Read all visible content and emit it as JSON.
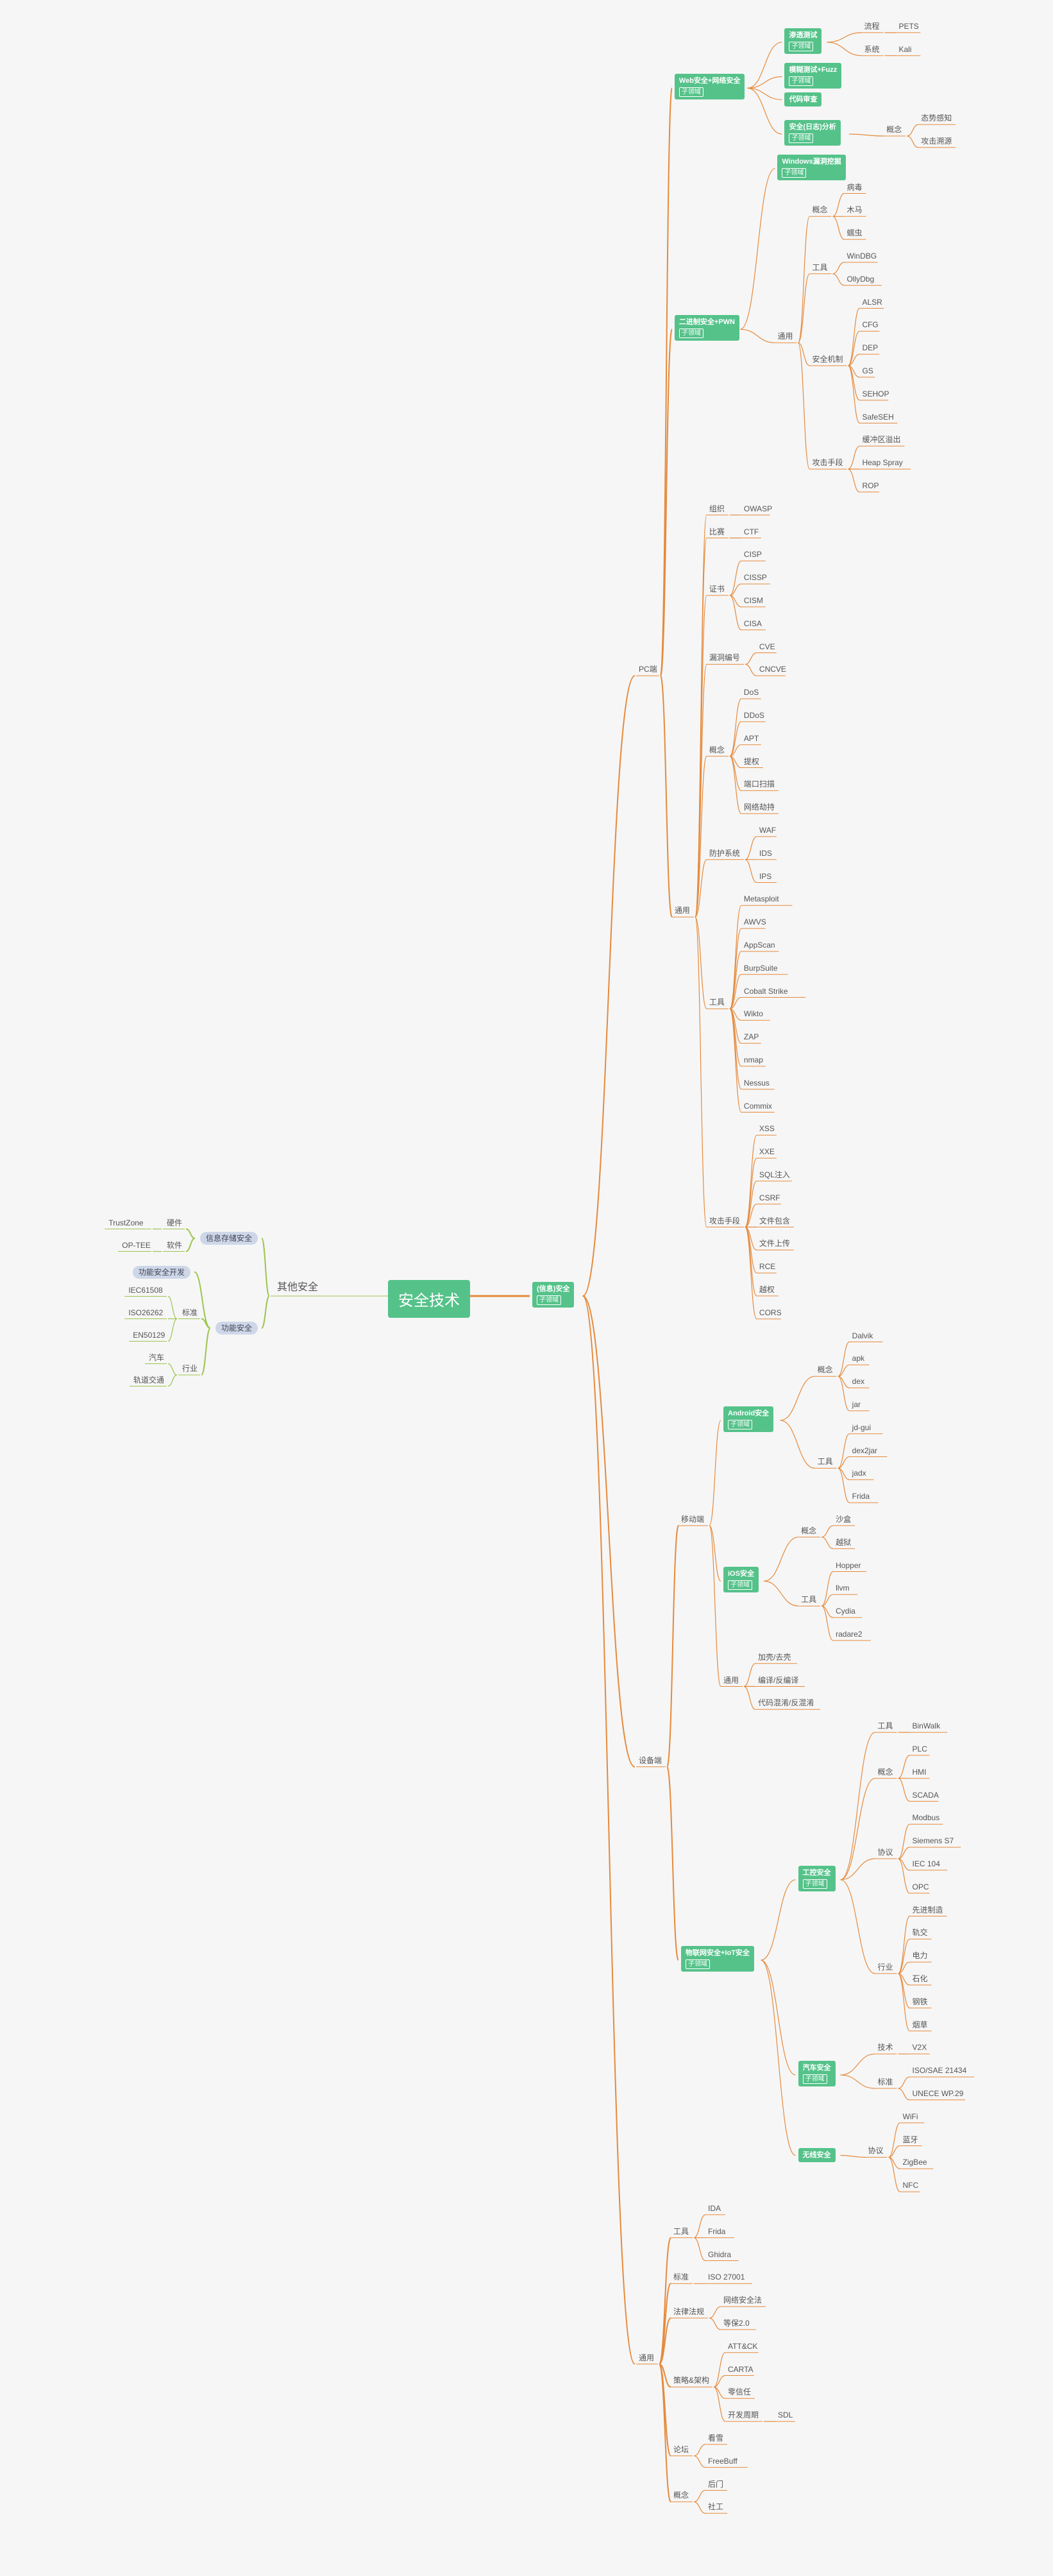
{
  "root": "安全技术",
  "tag": "子领域",
  "colors": {
    "green": "#55c28a",
    "orange": "#e58a3c",
    "olive": "#9ec44f",
    "pill": "#cdd7e8"
  },
  "left": {
    "label": "其他安全",
    "children": [
      {
        "label": "信息存储安全",
        "style": "pill",
        "children": [
          {
            "label": "硬件",
            "children": [
              {
                "label": "TrustZone"
              }
            ]
          },
          {
            "label": "软件",
            "children": [
              {
                "label": "OP-TEE"
              }
            ]
          }
        ]
      },
      {
        "label": "功能安全",
        "style": "pill",
        "children": [
          {
            "label": "功能安全开发",
            "style": "pill"
          },
          {
            "label": "标准",
            "children": [
              {
                "label": "IEC61508"
              },
              {
                "label": "ISO26262"
              },
              {
                "label": "EN50129"
              }
            ]
          },
          {
            "label": "行业",
            "children": [
              {
                "label": "汽车"
              },
              {
                "label": "轨道交通"
              }
            ]
          }
        ]
      }
    ]
  },
  "right": {
    "label": "(信息)安全",
    "style": "box",
    "children": [
      {
        "label": "PC端",
        "children": [
          {
            "label": "Web安全+网络安全",
            "style": "box",
            "children": [
              {
                "label": "渗透测试",
                "style": "box",
                "children": [
                  {
                    "label": "流程",
                    "children": [
                      {
                        "label": "PETS"
                      }
                    ]
                  },
                  {
                    "label": "系统",
                    "children": [
                      {
                        "label": "Kali"
                      }
                    ]
                  }
                ]
              },
              {
                "label": "模糊测试+Fuzz",
                "style": "box"
              },
              {
                "label": "代码审查",
                "style": "boxnotag"
              },
              {
                "label": "安全(日志)分析",
                "style": "box",
                "children": [
                  {
                    "label": "概念",
                    "children": [
                      {
                        "label": "态势感知"
                      },
                      {
                        "label": "攻击溯源"
                      }
                    ]
                  }
                ]
              }
            ]
          },
          {
            "label": "二进制安全+PWN",
            "style": "box",
            "children": [
              {
                "label": "Windows漏洞挖掘",
                "style": "box"
              },
              {
                "label": "通用",
                "children": [
                  {
                    "label": "概念",
                    "children": [
                      {
                        "label": "病毒"
                      },
                      {
                        "label": "木马"
                      },
                      {
                        "label": "蠕虫"
                      }
                    ]
                  },
                  {
                    "label": "工具",
                    "children": [
                      {
                        "label": "WinDBG"
                      },
                      {
                        "label": "OllyDbg"
                      }
                    ]
                  },
                  {
                    "label": "安全机制",
                    "children": [
                      {
                        "label": "ALSR"
                      },
                      {
                        "label": "CFG"
                      },
                      {
                        "label": "DEP"
                      },
                      {
                        "label": "GS"
                      },
                      {
                        "label": "SEHOP"
                      },
                      {
                        "label": "SafeSEH"
                      }
                    ]
                  },
                  {
                    "label": "攻击手段",
                    "children": [
                      {
                        "label": "缓冲区溢出"
                      },
                      {
                        "label": "Heap Spray"
                      },
                      {
                        "label": "ROP"
                      }
                    ]
                  }
                ]
              }
            ]
          },
          {
            "label": "通用",
            "children": [
              {
                "label": "组织",
                "children": [
                  {
                    "label": "OWASP"
                  }
                ]
              },
              {
                "label": "比赛",
                "children": [
                  {
                    "label": "CTF"
                  }
                ]
              },
              {
                "label": "证书",
                "children": [
                  {
                    "label": "CISP"
                  },
                  {
                    "label": "CISSP"
                  },
                  {
                    "label": "CISM"
                  },
                  {
                    "label": "CISA"
                  }
                ]
              },
              {
                "label": "漏洞编号",
                "children": [
                  {
                    "label": "CVE"
                  },
                  {
                    "label": "CNCVE"
                  }
                ]
              },
              {
                "label": "概念",
                "children": [
                  {
                    "label": "DoS"
                  },
                  {
                    "label": "DDoS"
                  },
                  {
                    "label": "APT"
                  },
                  {
                    "label": "提权"
                  },
                  {
                    "label": "端口扫描"
                  },
                  {
                    "label": "网络劫持"
                  }
                ]
              },
              {
                "label": "防护系统",
                "children": [
                  {
                    "label": "WAF"
                  },
                  {
                    "label": "IDS"
                  },
                  {
                    "label": "IPS"
                  }
                ]
              },
              {
                "label": "工具",
                "children": [
                  {
                    "label": "Metasploit"
                  },
                  {
                    "label": "AWVS"
                  },
                  {
                    "label": "AppScan"
                  },
                  {
                    "label": "BurpSuite"
                  },
                  {
                    "label": "Cobalt Strike"
                  },
                  {
                    "label": "Wikto"
                  },
                  {
                    "label": "ZAP"
                  },
                  {
                    "label": "nmap"
                  },
                  {
                    "label": "Nessus"
                  },
                  {
                    "label": "Commix"
                  }
                ]
              },
              {
                "label": "攻击手段",
                "children": [
                  {
                    "label": "XSS"
                  },
                  {
                    "label": "XXE"
                  },
                  {
                    "label": "SQL注入"
                  },
                  {
                    "label": "CSRF"
                  },
                  {
                    "label": "文件包含"
                  },
                  {
                    "label": "文件上传"
                  },
                  {
                    "label": "RCE"
                  },
                  {
                    "label": "越权"
                  },
                  {
                    "label": "CORS"
                  }
                ]
              }
            ]
          }
        ]
      },
      {
        "label": "设备端",
        "children": [
          {
            "label": "移动端",
            "children": [
              {
                "label": "Android安全",
                "style": "box",
                "children": [
                  {
                    "label": "概念",
                    "children": [
                      {
                        "label": "Dalvik"
                      },
                      {
                        "label": "apk"
                      },
                      {
                        "label": "dex"
                      },
                      {
                        "label": "jar"
                      }
                    ]
                  },
                  {
                    "label": "工具",
                    "children": [
                      {
                        "label": "jd-gui"
                      },
                      {
                        "label": "dex2jar"
                      },
                      {
                        "label": "jadx"
                      },
                      {
                        "label": "Frida"
                      }
                    ]
                  }
                ]
              },
              {
                "label": "iOS安全",
                "style": "box",
                "children": [
                  {
                    "label": "概念",
                    "children": [
                      {
                        "label": "沙盒"
                      },
                      {
                        "label": "越狱"
                      }
                    ]
                  },
                  {
                    "label": "工具",
                    "children": [
                      {
                        "label": "Hopper"
                      },
                      {
                        "label": "llvm"
                      },
                      {
                        "label": "Cydia"
                      },
                      {
                        "label": "radare2"
                      }
                    ]
                  }
                ]
              },
              {
                "label": "通用",
                "children": [
                  {
                    "label": "加壳/去壳"
                  },
                  {
                    "label": "编译/反编译"
                  },
                  {
                    "label": "代码混淆/反混淆"
                  }
                ]
              }
            ]
          },
          {
            "label": "物联网安全+IoT安全",
            "style": "box",
            "children": [
              {
                "label": "工控安全",
                "style": "box",
                "children": [
                  {
                    "label": "工具",
                    "children": [
                      {
                        "label": "BinWalk"
                      }
                    ]
                  },
                  {
                    "label": "概念",
                    "children": [
                      {
                        "label": "PLC"
                      },
                      {
                        "label": "HMI"
                      },
                      {
                        "label": "SCADA"
                      }
                    ]
                  },
                  {
                    "label": "协议",
                    "children": [
                      {
                        "label": "Modbus"
                      },
                      {
                        "label": "Siemens S7"
                      },
                      {
                        "label": "IEC 104"
                      },
                      {
                        "label": "OPC"
                      }
                    ]
                  },
                  {
                    "label": "行业",
                    "children": [
                      {
                        "label": "先进制造"
                      },
                      {
                        "label": "轨交"
                      },
                      {
                        "label": "电力"
                      },
                      {
                        "label": "石化"
                      },
                      {
                        "label": "钢铁"
                      },
                      {
                        "label": "烟草"
                      }
                    ]
                  }
                ]
              },
              {
                "label": "汽车安全",
                "style": "box",
                "children": [
                  {
                    "label": "技术",
                    "children": [
                      {
                        "label": "V2X"
                      }
                    ]
                  },
                  {
                    "label": "标准",
                    "children": [
                      {
                        "label": "ISO/SAE 21434"
                      },
                      {
                        "label": "UNECE WP.29"
                      }
                    ]
                  }
                ]
              },
              {
                "label": "无线安全",
                "style": "boxnotag",
                "children": [
                  {
                    "label": "协议",
                    "children": [
                      {
                        "label": "WiFi"
                      },
                      {
                        "label": "蓝牙"
                      },
                      {
                        "label": "ZigBee"
                      },
                      {
                        "label": "NFC"
                      }
                    ]
                  }
                ]
              }
            ]
          }
        ]
      },
      {
        "label": "通用",
        "children": [
          {
            "label": "工具",
            "children": [
              {
                "label": "IDA"
              },
              {
                "label": "Frida"
              },
              {
                "label": "Ghidra"
              }
            ]
          },
          {
            "label": "标准",
            "children": [
              {
                "label": "ISO 27001"
              }
            ]
          },
          {
            "label": "法律法规",
            "children": [
              {
                "label": "网络安全法"
              },
              {
                "label": "等保2.0"
              }
            ]
          },
          {
            "label": "策略&架构",
            "children": [
              {
                "label": "ATT&CK"
              },
              {
                "label": "CARTA"
              },
              {
                "label": "零信任"
              },
              {
                "label": "开发周期",
                "children": [
                  {
                    "label": "SDL"
                  }
                ]
              }
            ]
          },
          {
            "label": "论坛",
            "children": [
              {
                "label": "看雪"
              },
              {
                "label": "FreeBuff"
              }
            ]
          },
          {
            "label": "概念",
            "children": [
              {
                "label": "后门"
              },
              {
                "label": "社工"
              }
            ]
          }
        ]
      }
    ]
  }
}
